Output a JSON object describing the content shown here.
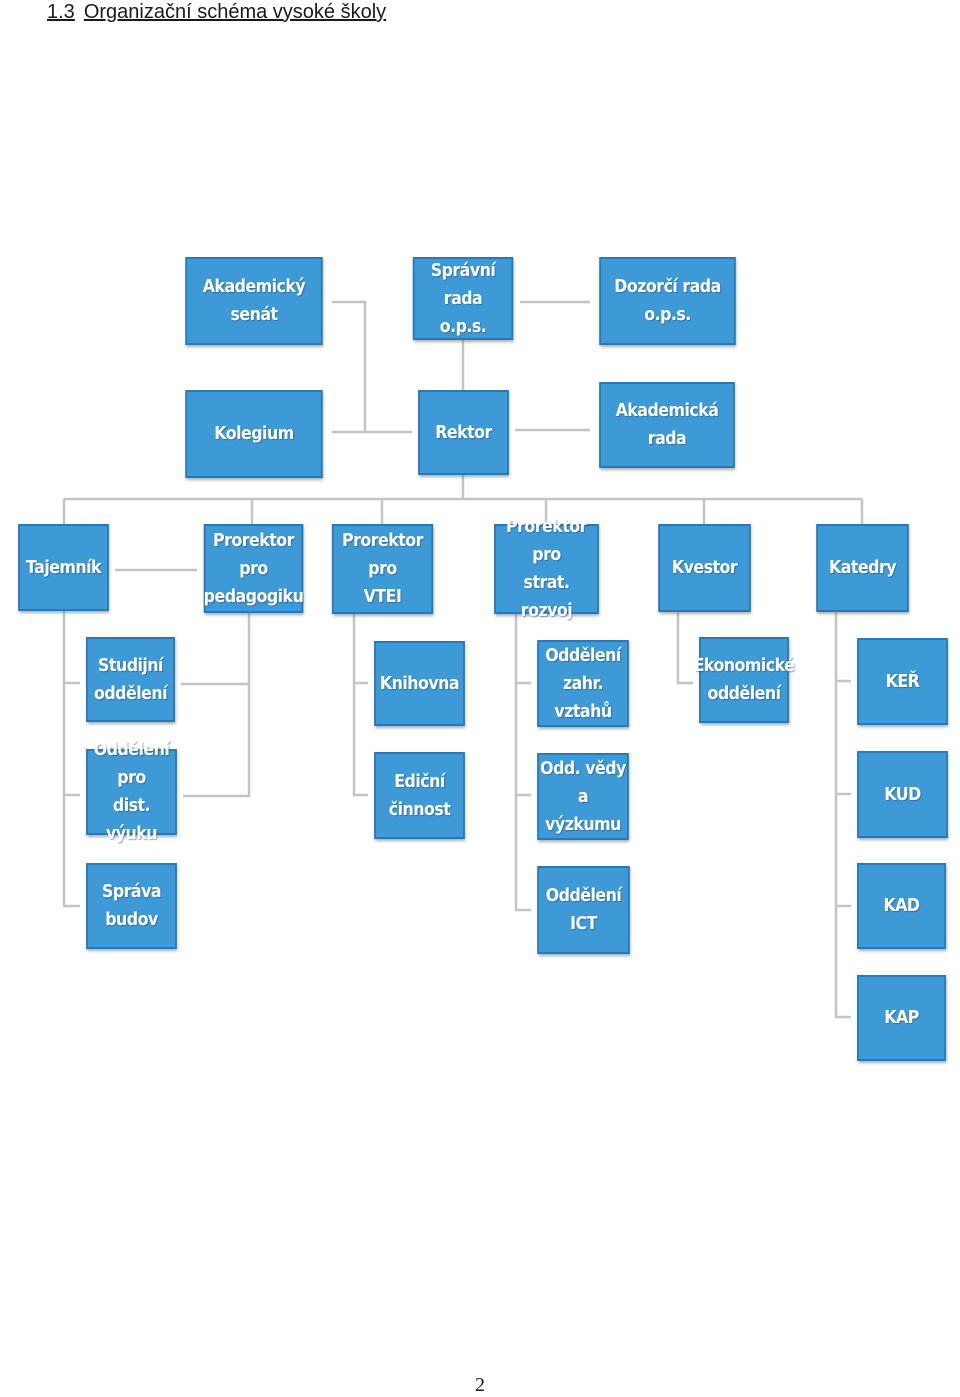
{
  "heading": {
    "number": "1.3",
    "title": "Organizační schéma vysoké školy"
  },
  "nodes": {
    "akademicky_senat": "Akademický senát",
    "spravni_rada": "Správní rada\no.p.s.",
    "dozorci_rada": "Dozorčí rada o.p.s.",
    "kolegium": "Kolegium",
    "rektor": "Rektor",
    "akademicka_rada": "Akademická rada",
    "tajemnik": "Tajemník",
    "prorektor_pedagogiku": "Prorektor pro\npedagogiku",
    "prorektor_vtei": "Prorektor pro\nVTEI",
    "prorektor_strat": "Prorektor pro\nstrat. rozvoj",
    "kvestor": "Kvestor",
    "katedry": "Katedry",
    "studijni_oddeleni": "Studijní\noddělení",
    "oddeleni_dist_vyuku": "Oddělení pro\ndist. výuku",
    "sprava_budov": "Správa\nbudov",
    "knihovna": "Knihovna",
    "edicni_cinnost": "Ediční\nčinnost",
    "oddeleni_zahr_vztahu": "Oddělení\nzahr. vztahů",
    "odd_vedy_vyzkumu": "Odd. vědy a\nvýzkumu",
    "oddeleni_ict": "Oddělení ICT",
    "ekonomicke_oddeleni": "Ekonomické\noddělení",
    "ker": "KEŘ",
    "kud": "KUD",
    "kad": "KAD",
    "kap": "KAP"
  },
  "page_number": "2",
  "colors": {
    "box_fill": "#3e9ad6",
    "box_border": "#2a78b4",
    "connector": "#c4c4c4"
  }
}
